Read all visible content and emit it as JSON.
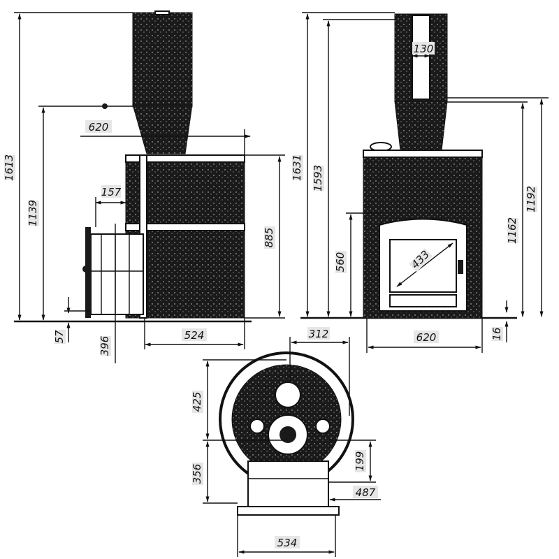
{
  "side_view": {
    "dimensions": {
      "total_height": "1613",
      "water_tank_outlet_height": "1139",
      "depth_with_tank": "620",
      "tunnel_offset": "157",
      "body_height": "885",
      "leg_height": "57",
      "tunnel_length": "396",
      "body_depth": "524"
    }
  },
  "front_view": {
    "dimensions": {
      "total_height": "1631",
      "chimney_height": "1593",
      "chimney_diameter": "130",
      "tank_outlet_height": "1192",
      "tank_inlet_height": "1162",
      "door_top_height": "560",
      "glass_diagonal": "433",
      "body_width": "620",
      "leg_height": "16"
    }
  },
  "top_view": {
    "dimensions": {
      "chimney_offset": "312",
      "rear_radius": "425",
      "front_radius": "356",
      "firebox_offset": "199",
      "tunnel_width": "487",
      "base_width": "534"
    }
  }
}
